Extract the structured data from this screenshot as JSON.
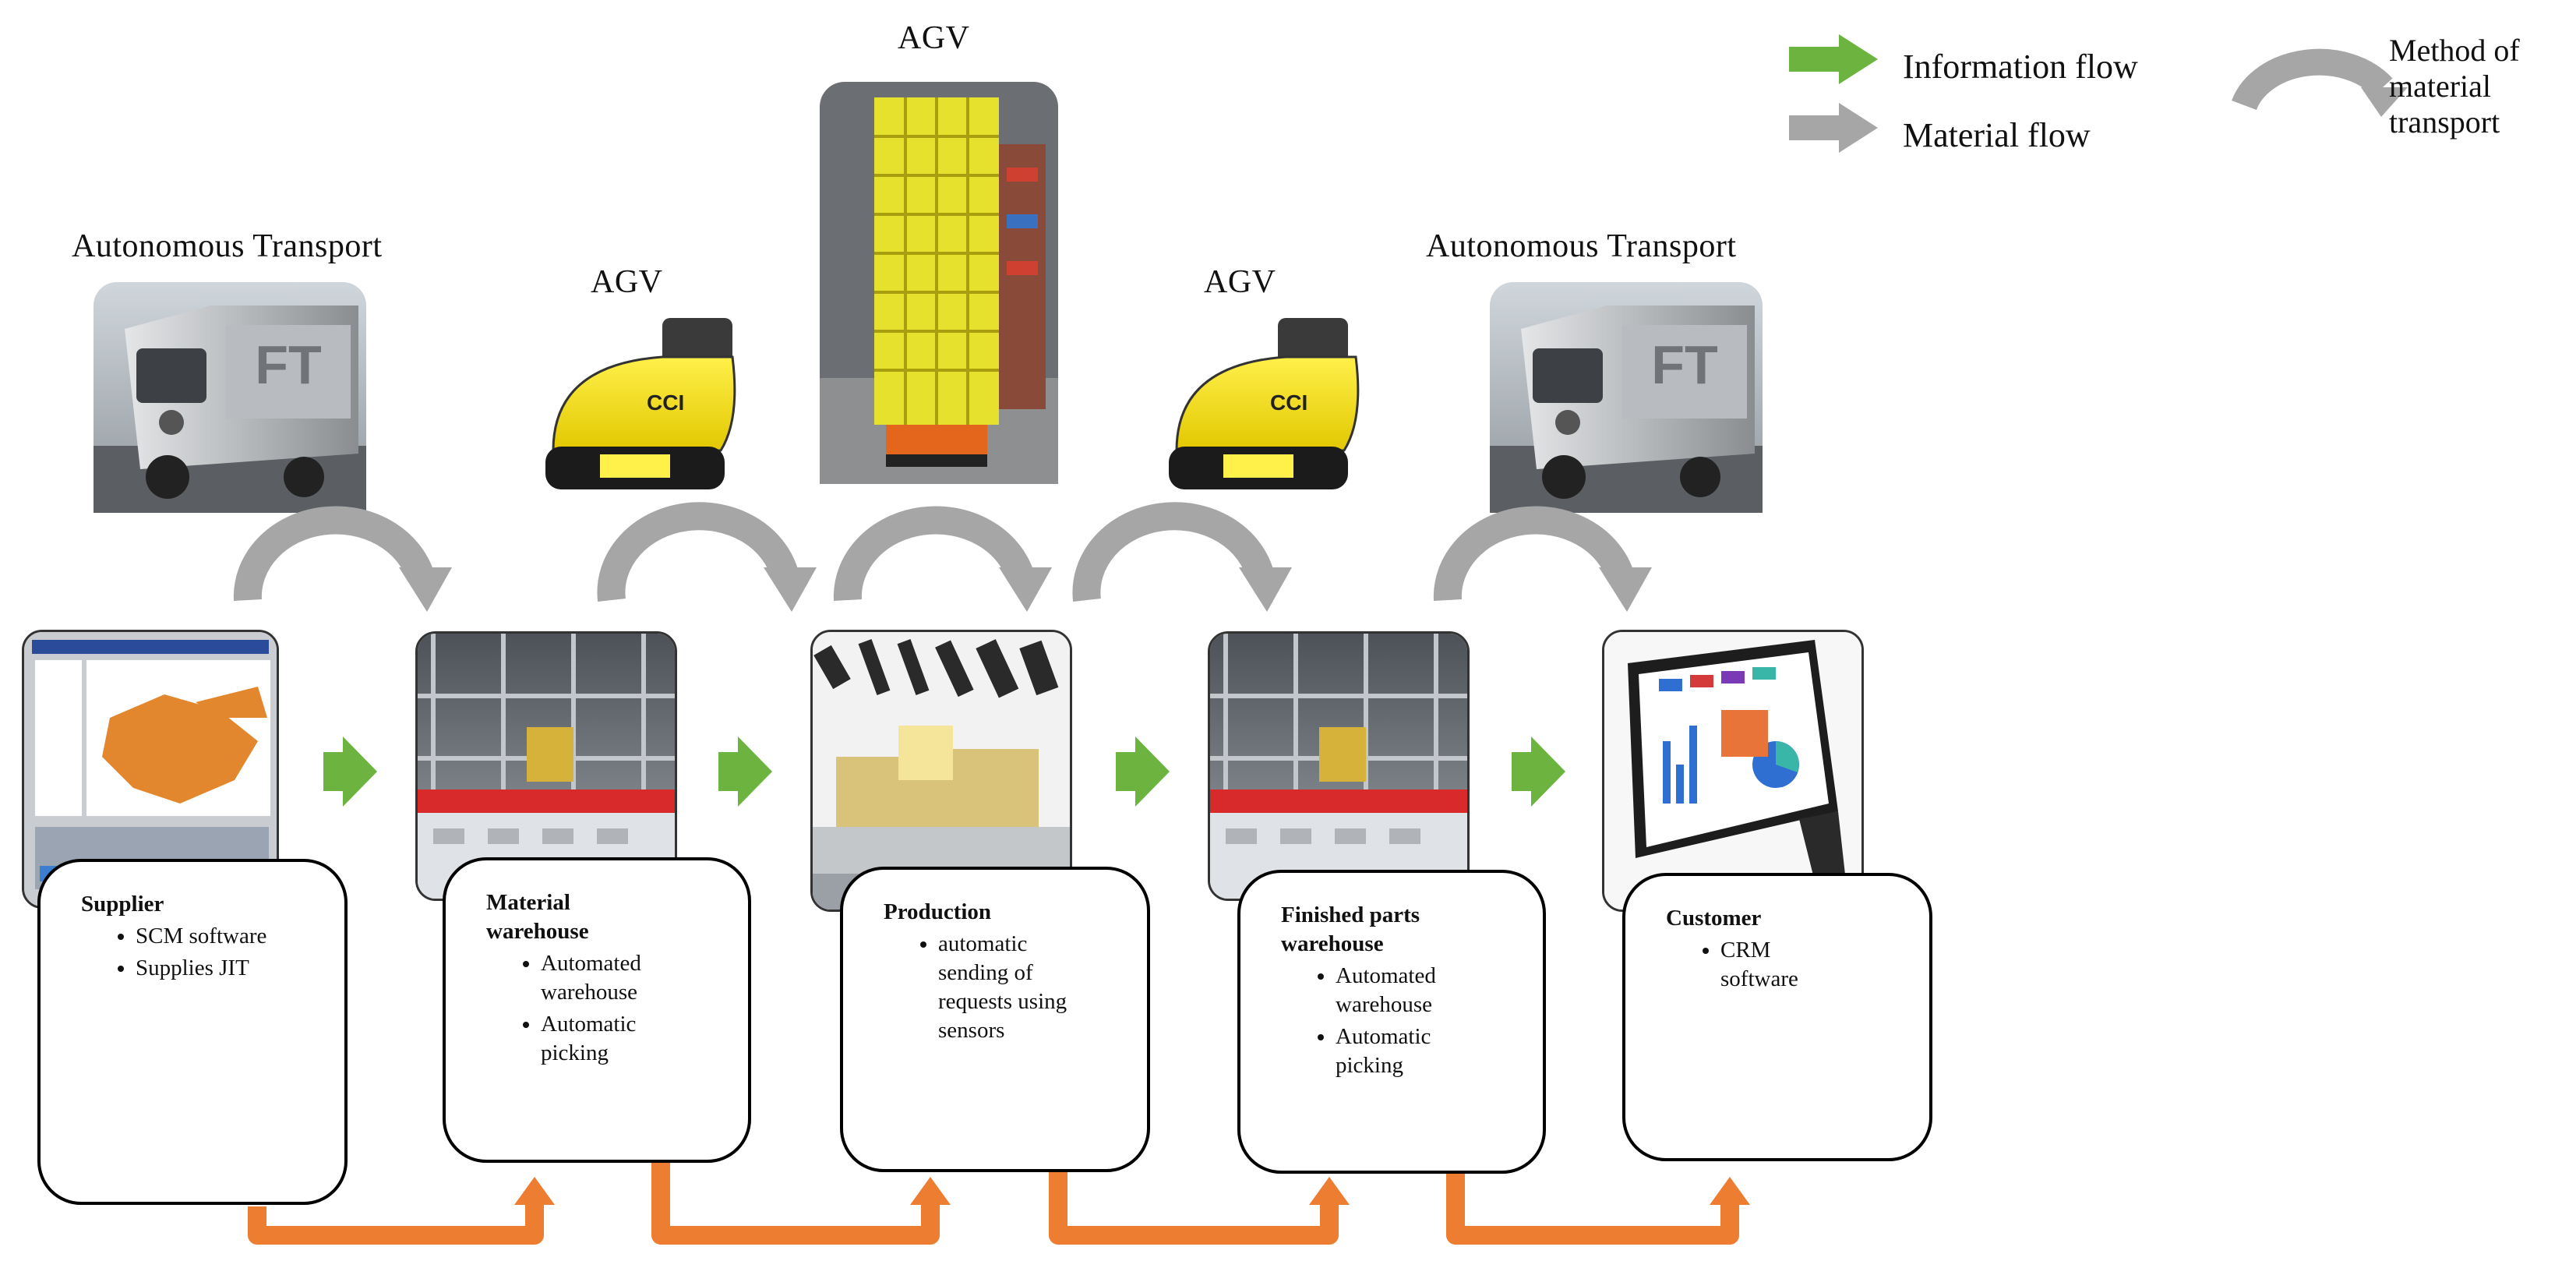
{
  "legend": {
    "information_flow": "Information flow",
    "material_flow": "Material flow",
    "method_of_material_transport": "Method of material transport",
    "colors": {
      "information": "#6cb33f",
      "material": "#a6a6a6",
      "return": "#ed7d31"
    }
  },
  "transports": [
    {
      "label": "Autonomous Transport"
    },
    {
      "label": "AGV"
    },
    {
      "label": "AGV"
    },
    {
      "label": "AGV"
    },
    {
      "label": "Autonomous Transport"
    }
  ],
  "stages": [
    {
      "title": "Supplier",
      "items": [
        "SCM software",
        "Supplies JIT"
      ]
    },
    {
      "title": "Material warehouse",
      "items": [
        "Automated warehouse",
        "Automatic picking"
      ]
    },
    {
      "title": "Production",
      "items": [
        "automatic sending of requests using sensors"
      ]
    },
    {
      "title": "Finished parts warehouse",
      "items": [
        "Automated warehouse",
        "Automatic picking"
      ]
    },
    {
      "title": "Customer",
      "items": [
        "CRM software"
      ]
    }
  ]
}
